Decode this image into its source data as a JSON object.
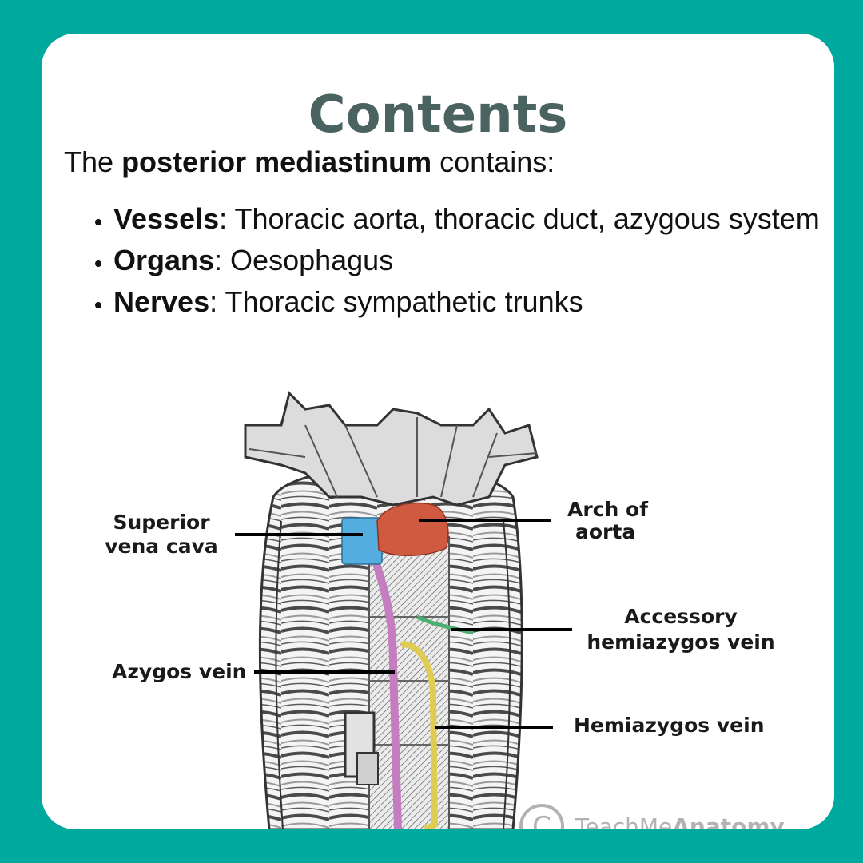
{
  "title": "Contents",
  "intro": {
    "prefix": "The",
    "emphasis": "posterior mediastinum",
    "suffix": "contains:"
  },
  "items": [
    {
      "term": "Vessels",
      "detail": ": Thoracic aorta, thoracic duct, azygous system"
    },
    {
      "term": "Organs",
      "detail": ": Oesophagus"
    },
    {
      "term": "Nerves",
      "detail": ": Thoracic sympathetic trunks"
    }
  ],
  "diagram": {
    "labels": {
      "svc_1": "Superior",
      "svc_2": "vena cava",
      "arch_1": "Arch of",
      "arch_2": "aorta",
      "accessory_1": "Accessory",
      "accessory_2": "hemiazygos vein",
      "azygos": "Azygos vein",
      "hemiazygos": "Hemiazygos vein"
    },
    "colors": {
      "svc": "#55aee0",
      "arch": "#cf5a40",
      "azygos": "#c47ec0",
      "accessory": "#4aaf72",
      "hemiazygos": "#e0cc52"
    }
  },
  "watermark": {
    "symbol": "C",
    "text_light": "TeachMe",
    "text_bold": "Anatomy"
  }
}
